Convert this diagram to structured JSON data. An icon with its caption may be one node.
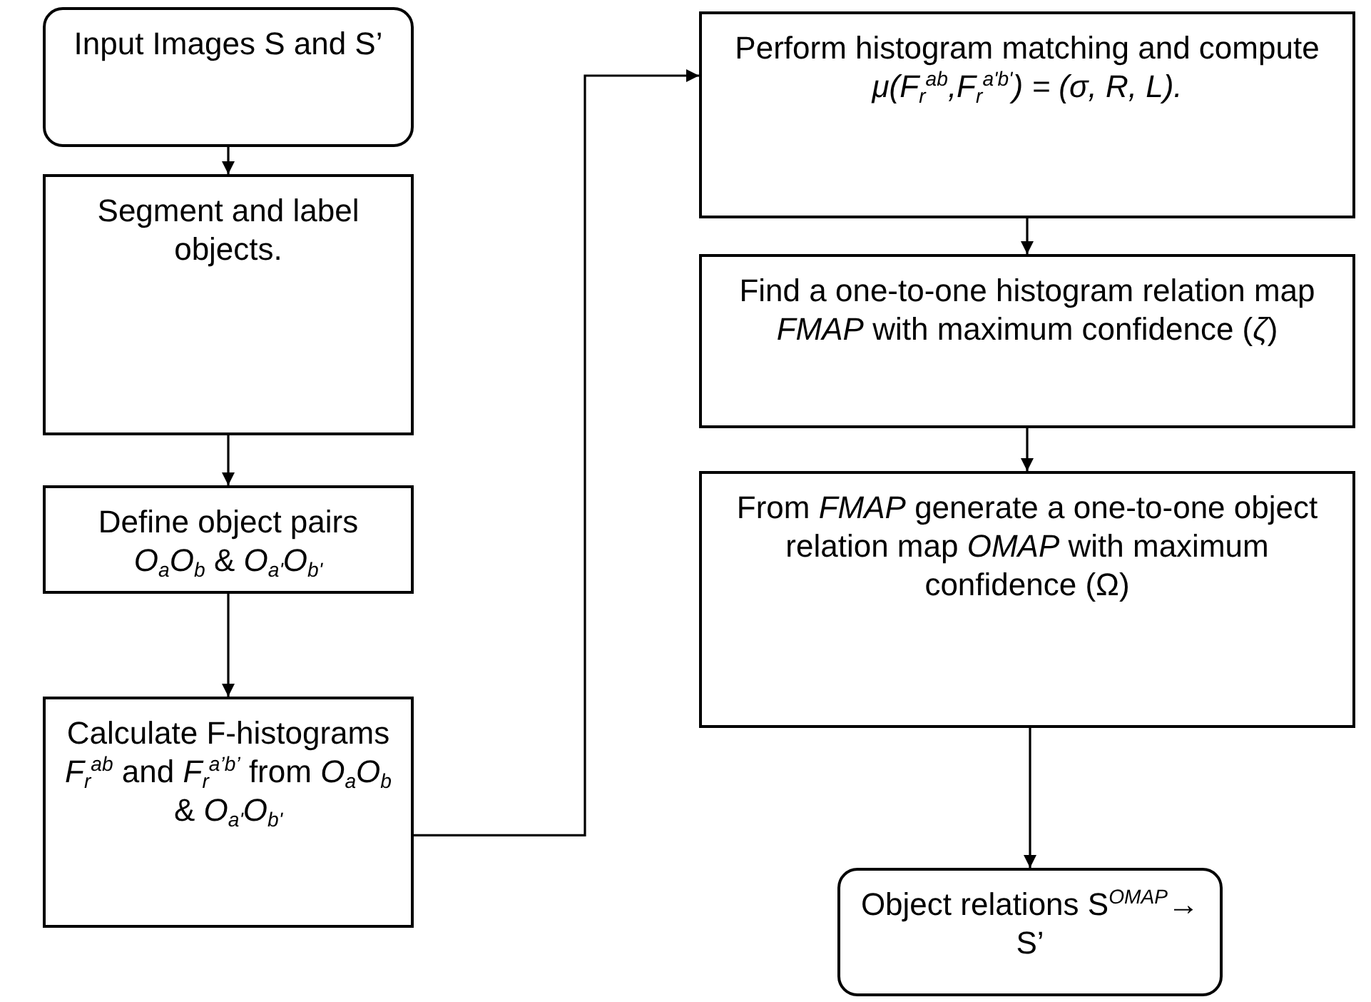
{
  "diagram": {
    "nodes": [
      {
        "text": [
          "Input Images S and S’"
        ]
      },
      {
        "text": [
          "Segment and label objects."
        ]
      },
      {
        "text": [
          "Define object pairs *O*$_{a}$*O*$_{b}$ & *O*$_{a'}$*O*$_{b'}$"
        ]
      },
      {
        "text": [
          "Calculate F-histograms *F*$_{r}$$^{ab}$ and *F*$_{r}$$^{a’b’}$ from *O*$_{a}$*O*$_{b}$ & *O*$_{a'}$*O*$_{b'}$"
        ]
      },
      {
        "text": [
          "Perform histogram matching and compute *μ(F*$_{r}$$^{ab}$*,F*$_{r}$$^{a'b'}$*) = (σ, R, L).*"
        ]
      },
      {
        "text": [
          "Find a one-to-one histogram relation map *FMAP* with maximum confidence (*ζ*)"
        ]
      },
      {
        "text": [
          "From *FMAP* generate a one-to-one object relation map *OMAP* with maximum confidence (Ω)"
        ]
      },
      {
        "text": [
          "Object relations S$^{OMAP}$→ S’"
        ]
      }
    ],
    "edges": [
      {
        "from": 0,
        "to": 1,
        "arrow": "to"
      },
      {
        "from": 1,
        "to": 2,
        "arrow": "to"
      },
      {
        "from": 2,
        "to": 3,
        "arrow": "to"
      },
      {
        "from": 3,
        "to": 4,
        "arrow": "to"
      },
      {
        "from": 4,
        "to": 5,
        "arrow": "to"
      },
      {
        "from": 5,
        "to": 6,
        "arrow": "to"
      },
      {
        "from": 6,
        "to": 7,
        "arrow": "to"
      }
    ]
  }
}
